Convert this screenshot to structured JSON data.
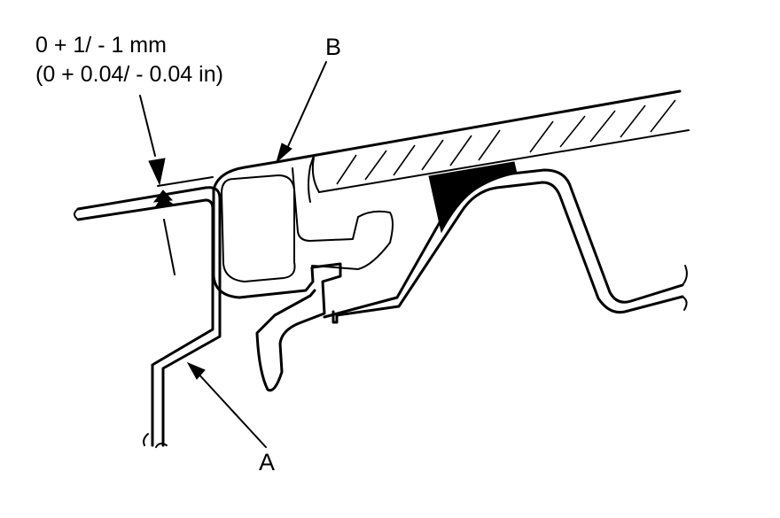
{
  "diagram": {
    "dimension_line1": "0 + 1/ - 1 mm",
    "dimension_line2": "(0 + 0.04/ - 0.04 in)",
    "label_a": "A",
    "label_b": "B"
  },
  "colors": {
    "ink": "#000000",
    "background": "#ffffff"
  }
}
